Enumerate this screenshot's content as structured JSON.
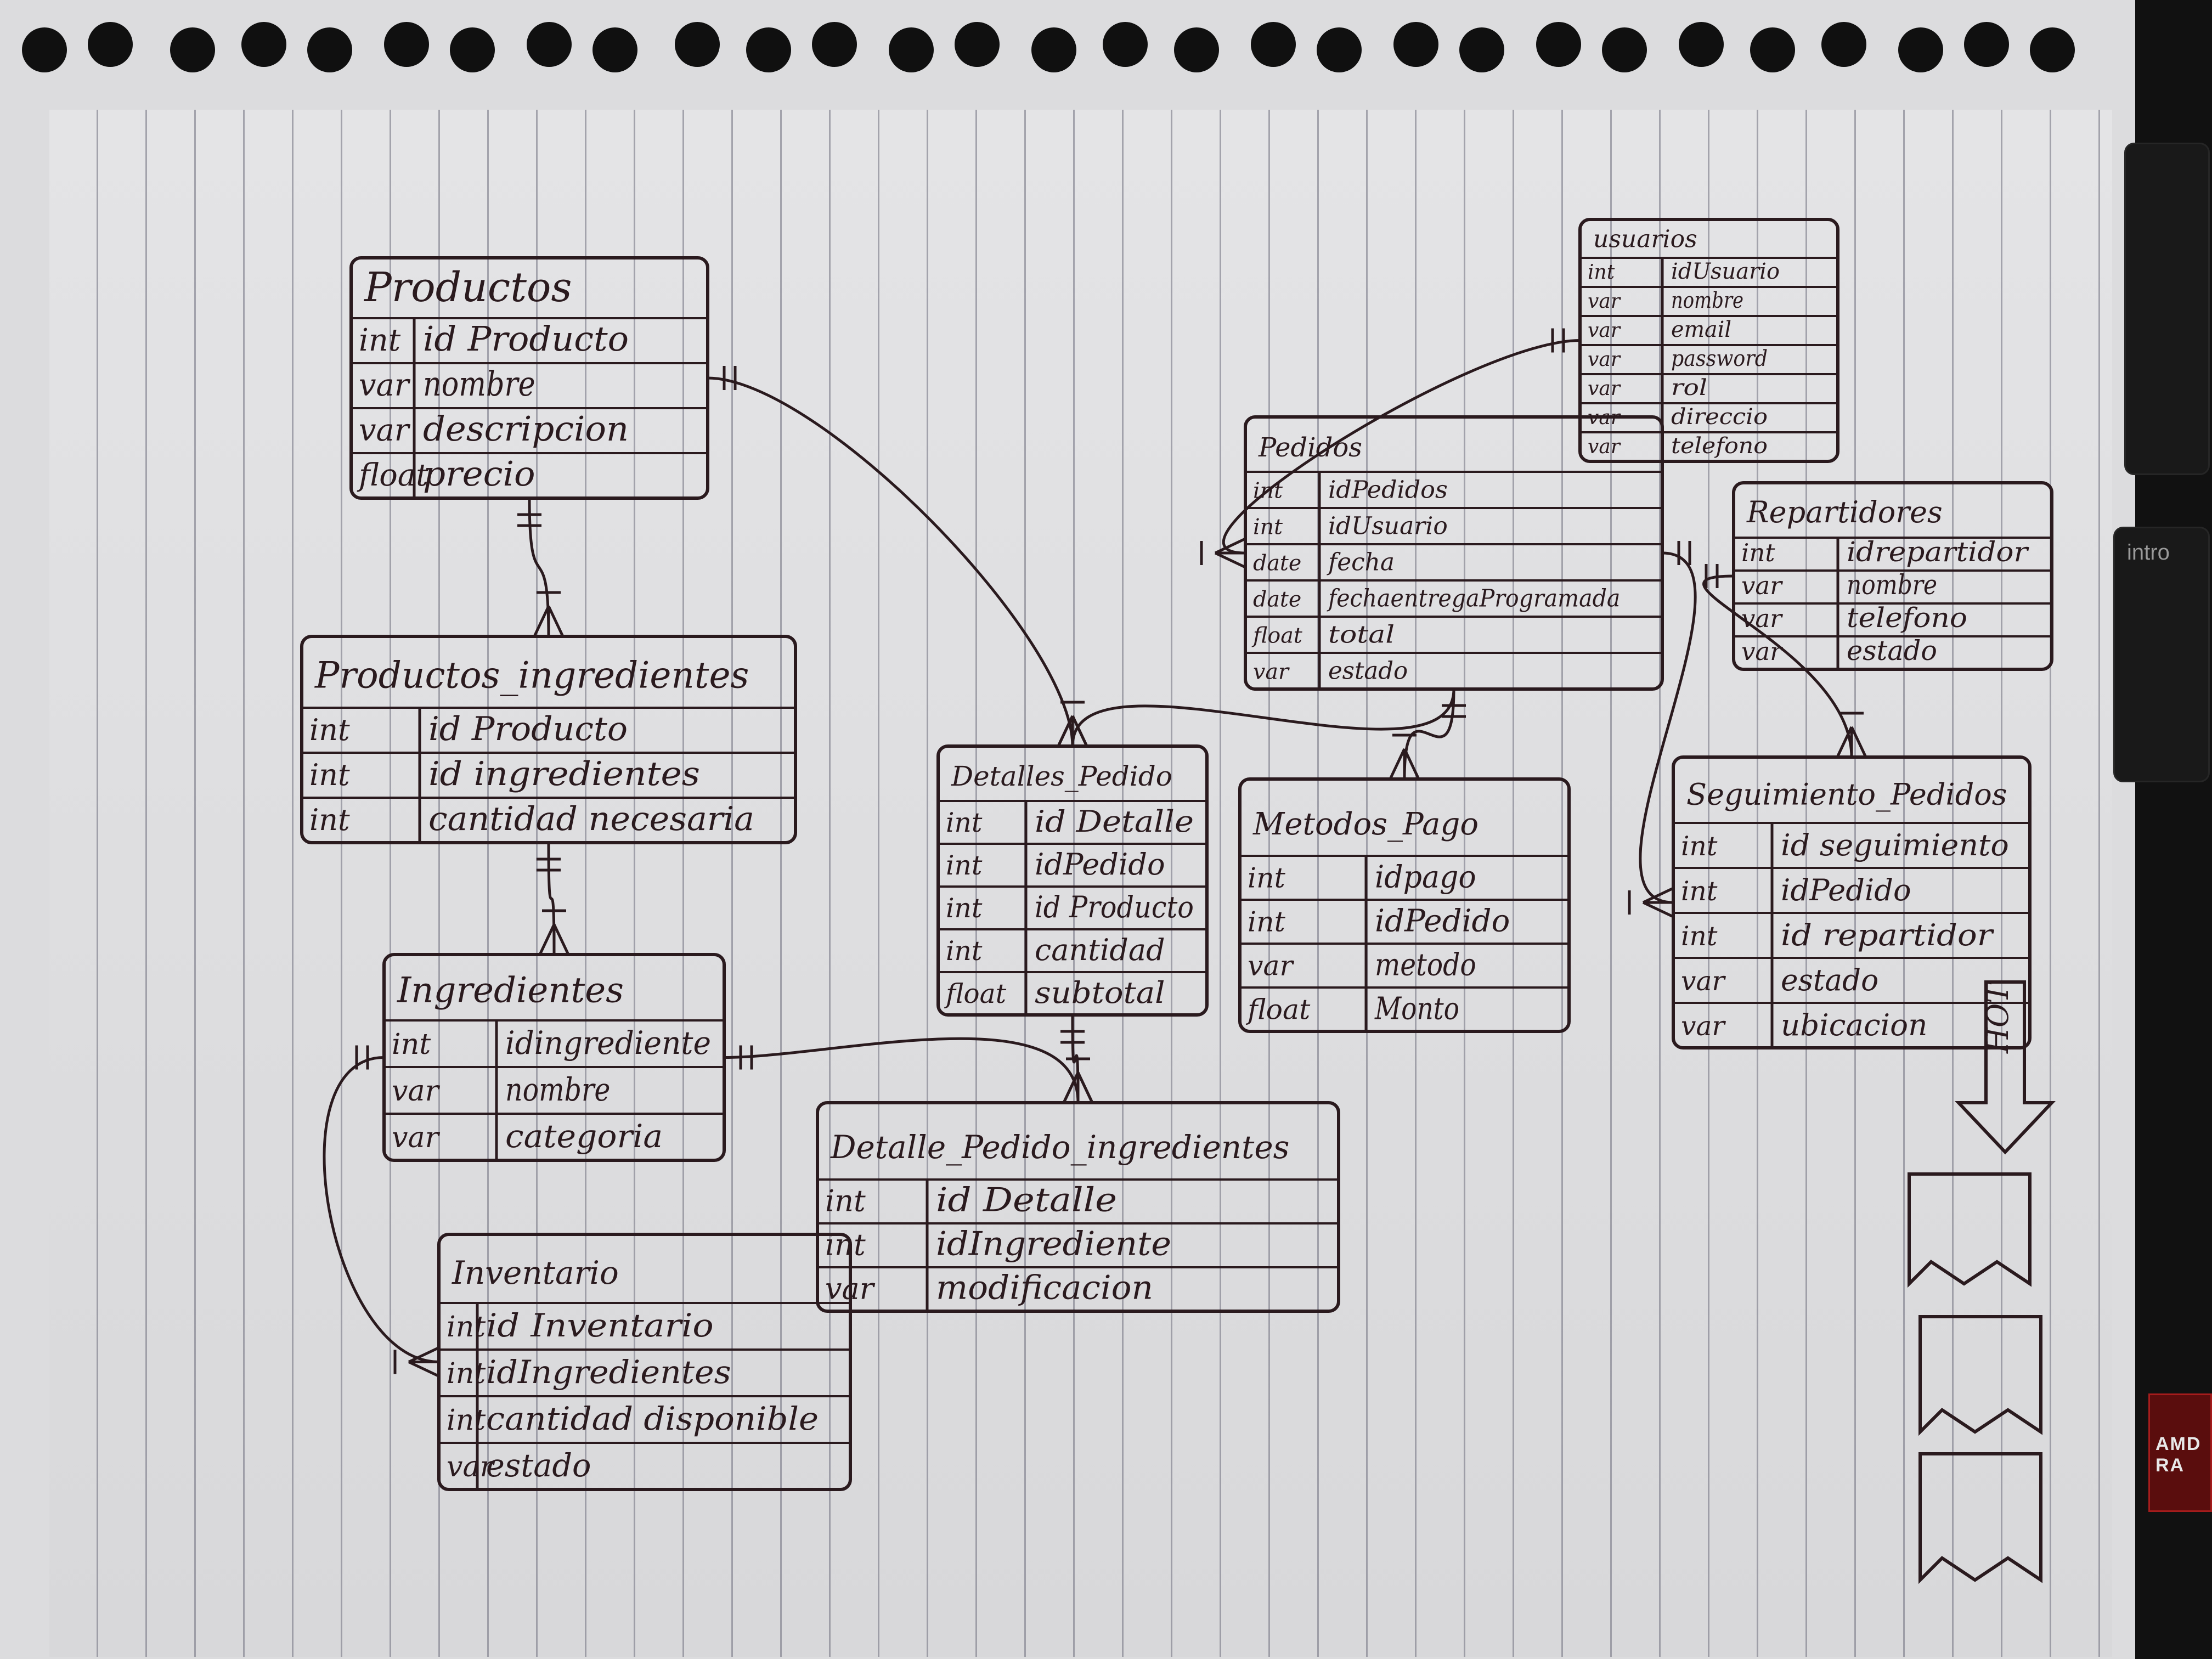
{
  "laptop": {
    "intro_key": "intro",
    "badge": "AMD RA"
  },
  "entities": {
    "productos": {
      "title": "Productos",
      "rows": [
        [
          "int",
          "id Producto"
        ],
        [
          "var",
          "nombre"
        ],
        [
          "var",
          "descripcion"
        ],
        [
          "float",
          "precio"
        ]
      ]
    },
    "productos_ingredientes": {
      "title": "Productos_ingredientes",
      "rows": [
        [
          "int",
          "id Producto"
        ],
        [
          "int",
          "id ingredientes"
        ],
        [
          "int",
          "cantidad necesaria"
        ]
      ]
    },
    "ingredientes": {
      "title": "Ingredientes",
      "rows": [
        [
          "int",
          "idingrediente"
        ],
        [
          "var",
          "nombre"
        ],
        [
          "var",
          "categoria"
        ]
      ]
    },
    "inventario": {
      "title": "Inventario",
      "rows": [
        [
          "int",
          "id Inventario"
        ],
        [
          "int",
          "idIngredientes"
        ],
        [
          "int",
          "cantidad disponible"
        ],
        [
          "var",
          "estado"
        ]
      ]
    },
    "detalles_pedido": {
      "title": "Detalles_Pedido",
      "rows": [
        [
          "int",
          "id Detalle"
        ],
        [
          "int",
          "idPedido"
        ],
        [
          "int",
          "id Producto"
        ],
        [
          "int",
          "cantidad"
        ],
        [
          "float",
          "subtotal"
        ]
      ]
    },
    "detalle_pedido_ingredientes": {
      "title": "Detalle_Pedido_ingredientes",
      "rows": [
        [
          "int",
          "id Detalle"
        ],
        [
          "int",
          "idIngrediente"
        ],
        [
          "var",
          "modificacion"
        ]
      ]
    },
    "usuarios": {
      "title": "usuarios",
      "rows": [
        [
          "int",
          "idUsuario"
        ],
        [
          "var",
          "nombre"
        ],
        [
          "var",
          "email"
        ],
        [
          "var",
          "password"
        ],
        [
          "var",
          "rol"
        ],
        [
          "var",
          "direccio"
        ],
        [
          "var",
          "telefono"
        ]
      ]
    },
    "pedidos": {
      "title": "Pedidos",
      "rows": [
        [
          "int",
          "idPedidos"
        ],
        [
          "int",
          "idUsuario"
        ],
        [
          "date",
          "fecha"
        ],
        [
          "date",
          "fechaentregaProgramada"
        ],
        [
          "float",
          "total"
        ],
        [
          "var",
          "estado"
        ]
      ]
    },
    "metodos_pago": {
      "title": "Metodos_Pago",
      "rows": [
        [
          "int",
          "idpago"
        ],
        [
          "int",
          "idPedido"
        ],
        [
          "var",
          "metodo"
        ],
        [
          "float",
          "Monto"
        ]
      ]
    },
    "repartidores": {
      "title": "Repartidores",
      "rows": [
        [
          "int",
          "idrepartidor"
        ],
        [
          "var",
          "nombre"
        ],
        [
          "var",
          "telefono"
        ],
        [
          "var",
          "estado"
        ]
      ]
    },
    "seguimiento_pedidos": {
      "title": "Seguimiento_Pedidos",
      "rows": [
        [
          "int",
          "id seguimiento"
        ],
        [
          "int",
          "idPedido"
        ],
        [
          "int",
          "id repartidor"
        ],
        [
          "var",
          "estado"
        ],
        [
          "var",
          "ubicacion"
        ]
      ]
    }
  },
  "relationships": [
    {
      "from": "productos",
      "to": "productos_ingredientes",
      "from_card": "one",
      "to_card": "many"
    },
    {
      "from": "productos_ingredientes",
      "to": "ingredientes",
      "from_card": "one",
      "to_card": "many"
    },
    {
      "from": "productos",
      "to": "detalles_pedido",
      "from_card": "one",
      "to_card": "many"
    },
    {
      "from": "ingredientes",
      "to": "inventario",
      "from_card": "one",
      "to_card": "many"
    },
    {
      "from": "ingredientes",
      "to": "detalle_pedido_ingredientes",
      "from_card": "one",
      "to_card": "many"
    },
    {
      "from": "detalles_pedido",
      "to": "detalle_pedido_ingredientes",
      "from_card": "one",
      "to_card": "many"
    },
    {
      "from": "usuarios",
      "to": "pedidos",
      "from_card": "one",
      "to_card": "many"
    },
    {
      "from": "pedidos",
      "to": "detalles_pedido",
      "from_card": "one",
      "to_card": "many"
    },
    {
      "from": "pedidos",
      "to": "metodos_pago",
      "from_card": "one",
      "to_card": "many"
    },
    {
      "from": "pedidos",
      "to": "seguimiento_pedidos",
      "from_card": "one",
      "to_card": "many"
    },
    {
      "from": "repartidores",
      "to": "seguimiento_pedidos",
      "from_card": "one",
      "to_card": "many"
    }
  ],
  "doodles": {
    "arrow_label": "HOT",
    "ink_color": "#2a1a1e"
  }
}
